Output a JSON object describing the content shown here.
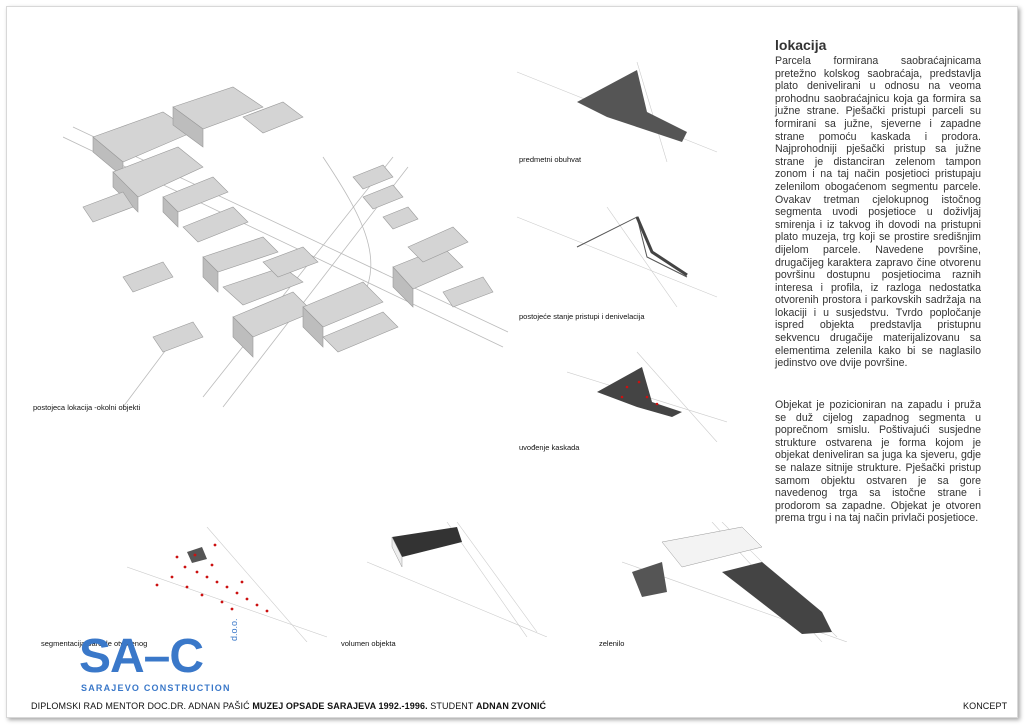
{
  "section": {
    "title": "lokacija",
    "paragraph1": "Parcela formirana saobraćajnicama pretežno kolskog saobraćaja, predstavlja plato denivelirani u odnosu na veoma prohodnu saobraćajnicu koja ga formira sa južne strane. Pješački pristupi parceli su formirani sa južne, sjeverne i zapadne strane pomoću kaskada i prodora. Najprohodniji pješački pristup sa južne strane je distanciran zelenom tampon zonom i na taj način posjetioci pristupaju zelenilom obogaćenom segmentu parcele. Ovakav tretman cjelokupnog istočnog segmenta uvodi posjetioce u doživljaj smirenja i iz takvog ih dovodi na pristupni plato muzeja, trg koji se prostire središnjim dijelom parcele. Navedene površine, drugačijeg karaktera zapravo čine otvorenu površinu dostupnu posjetiocima raznih interesa i profila, iz razloga nedostatka otvorenih prostora i parkovskih sadržaja na lokaciji i u susjedstvu. Tvrdo popločanje ispred objekta predstavlja pristupnu sekvencu drugačije materijalizovanu sa elementima zelenila kako bi se naglasilo jedinstvo ove dvije površine.",
    "paragraph2": "Objekat je pozicioniran na zapadu i pruža se duž cijelog zapadnog segmenta u poprečnom smislu. Poštivajući susjedne strukture ostvarena je forma kojom je objekat deniveliran sa juga ka sjeveru, gdje se nalaze sitnije strukture. Pješački pristup samom objektu ostvaren je sa gore navedenog trga sa istočne strane i prodorom sa zapadne. Objekat je otvoren prema trgu i na taj način privlači posjetioce."
  },
  "captions": {
    "main": "postojeca lokacija -okolni objekti",
    "d1": "predmetni obuhvat",
    "d2": "postojeće stanje pristupi i denivelacija",
    "d3": "uvođenje kaskada",
    "b1": "segmentacija parcele otvorenog",
    "b2": "volumen objekta",
    "b3": "zelenilo"
  },
  "logo": {
    "mark": "SA–C",
    "side": "d.o.o.",
    "sub": "SARAJEVO CONSTRUCTION"
  },
  "footer": {
    "prefix": "DIPLOMSKI RAD MENTOR DOC.DR. ADNAN PAŠIĆ",
    "project": "MUZEJ OPSADE SARAJEVA 1992.-1996.",
    "student_label": "STUDENT",
    "student": "ADNAN ZVONIĆ",
    "right": "KONCEPT"
  },
  "colors": {
    "building": "#d4d4d4",
    "building_edge": "#9a9a9a",
    "dark_fill": "#555555",
    "red_dots": "#cc1111",
    "logo_blue": "#3a78c9"
  }
}
